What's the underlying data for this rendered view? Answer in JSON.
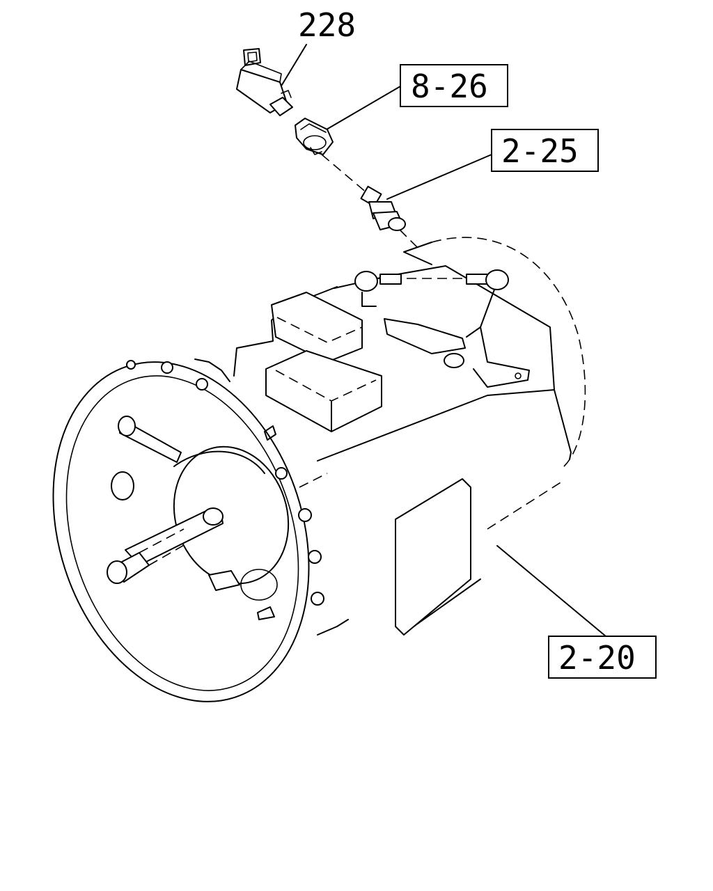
{
  "callouts": [
    {
      "id": "part-228",
      "text": "228",
      "boxed": false
    },
    {
      "id": "part-8-26",
      "text": "8-26",
      "boxed": true
    },
    {
      "id": "part-2-25",
      "text": "2-25",
      "boxed": true
    },
    {
      "id": "part-2-20",
      "text": "2-20",
      "boxed": true
    }
  ]
}
